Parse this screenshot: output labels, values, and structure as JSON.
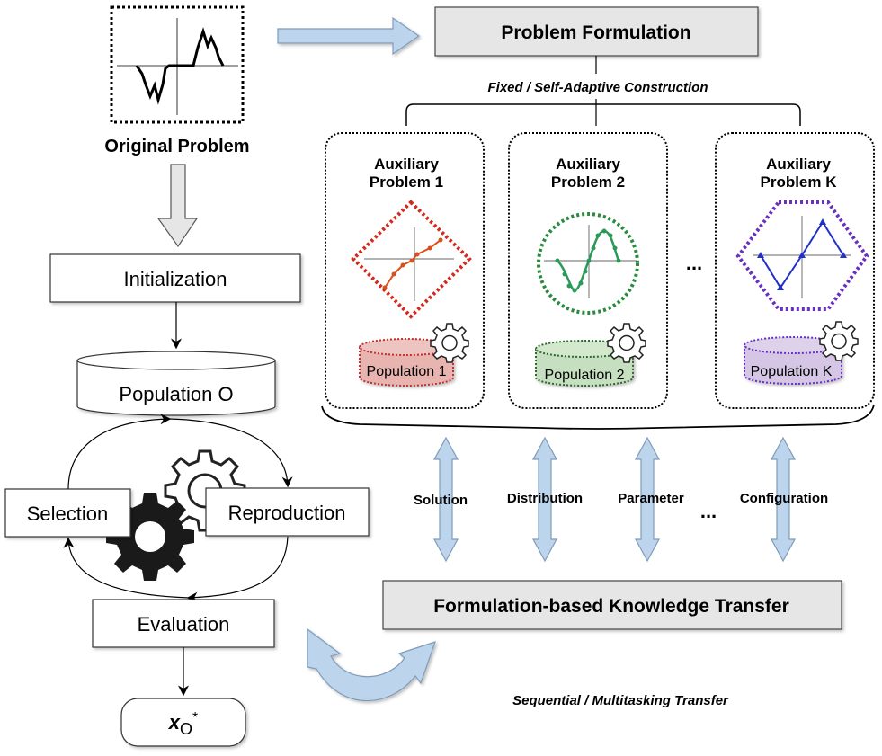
{
  "original": {
    "label": "Original Problem"
  },
  "formulation": {
    "title": "Problem Formulation",
    "construction_label": "Fixed / Self-Adaptive Construction"
  },
  "aux_problems": [
    {
      "line1": "Auxiliary",
      "line2": "Problem 1",
      "population": "Population 1",
      "shape": "diamond",
      "color": "#d42a1e",
      "fill": "#e8b4b0"
    },
    {
      "line1": "Auxiliary",
      "line2": "Problem 2",
      "population": "Population 2",
      "shape": "circle",
      "color": "#2a8a3e",
      "fill": "#c6dfc0"
    },
    {
      "line1": "Auxiliary",
      "line2": "Problem K",
      "population": "Population K",
      "shape": "hexagon",
      "color": "#6a2fc0",
      "fill": "#d4c6e4"
    }
  ],
  "ellipsis": "...",
  "evolution": {
    "initialization": "Initialization",
    "population": "Population O",
    "selection": "Selection",
    "reproduction": "Reproduction",
    "evaluation": "Evaluation",
    "result_main": "x",
    "result_sub": "O",
    "result_sup": "*"
  },
  "transfer_types": [
    "Solution",
    "Distribution",
    "Parameter",
    "Configuration"
  ],
  "transfer_ellipsis": "...",
  "knowledge_transfer": {
    "title": "Formulation-based Knowledge Transfer",
    "mode_label": "Sequential / Multitasking Transfer"
  },
  "colors": {
    "arrow_fill": "#bcd4ec",
    "arrow_stroke": "#7f9bb8",
    "box_gray": "#e6e6e6",
    "red_curve": "#d8501c",
    "green_curve": "#2a9a5a",
    "blue_curve": "#2030c8"
  }
}
